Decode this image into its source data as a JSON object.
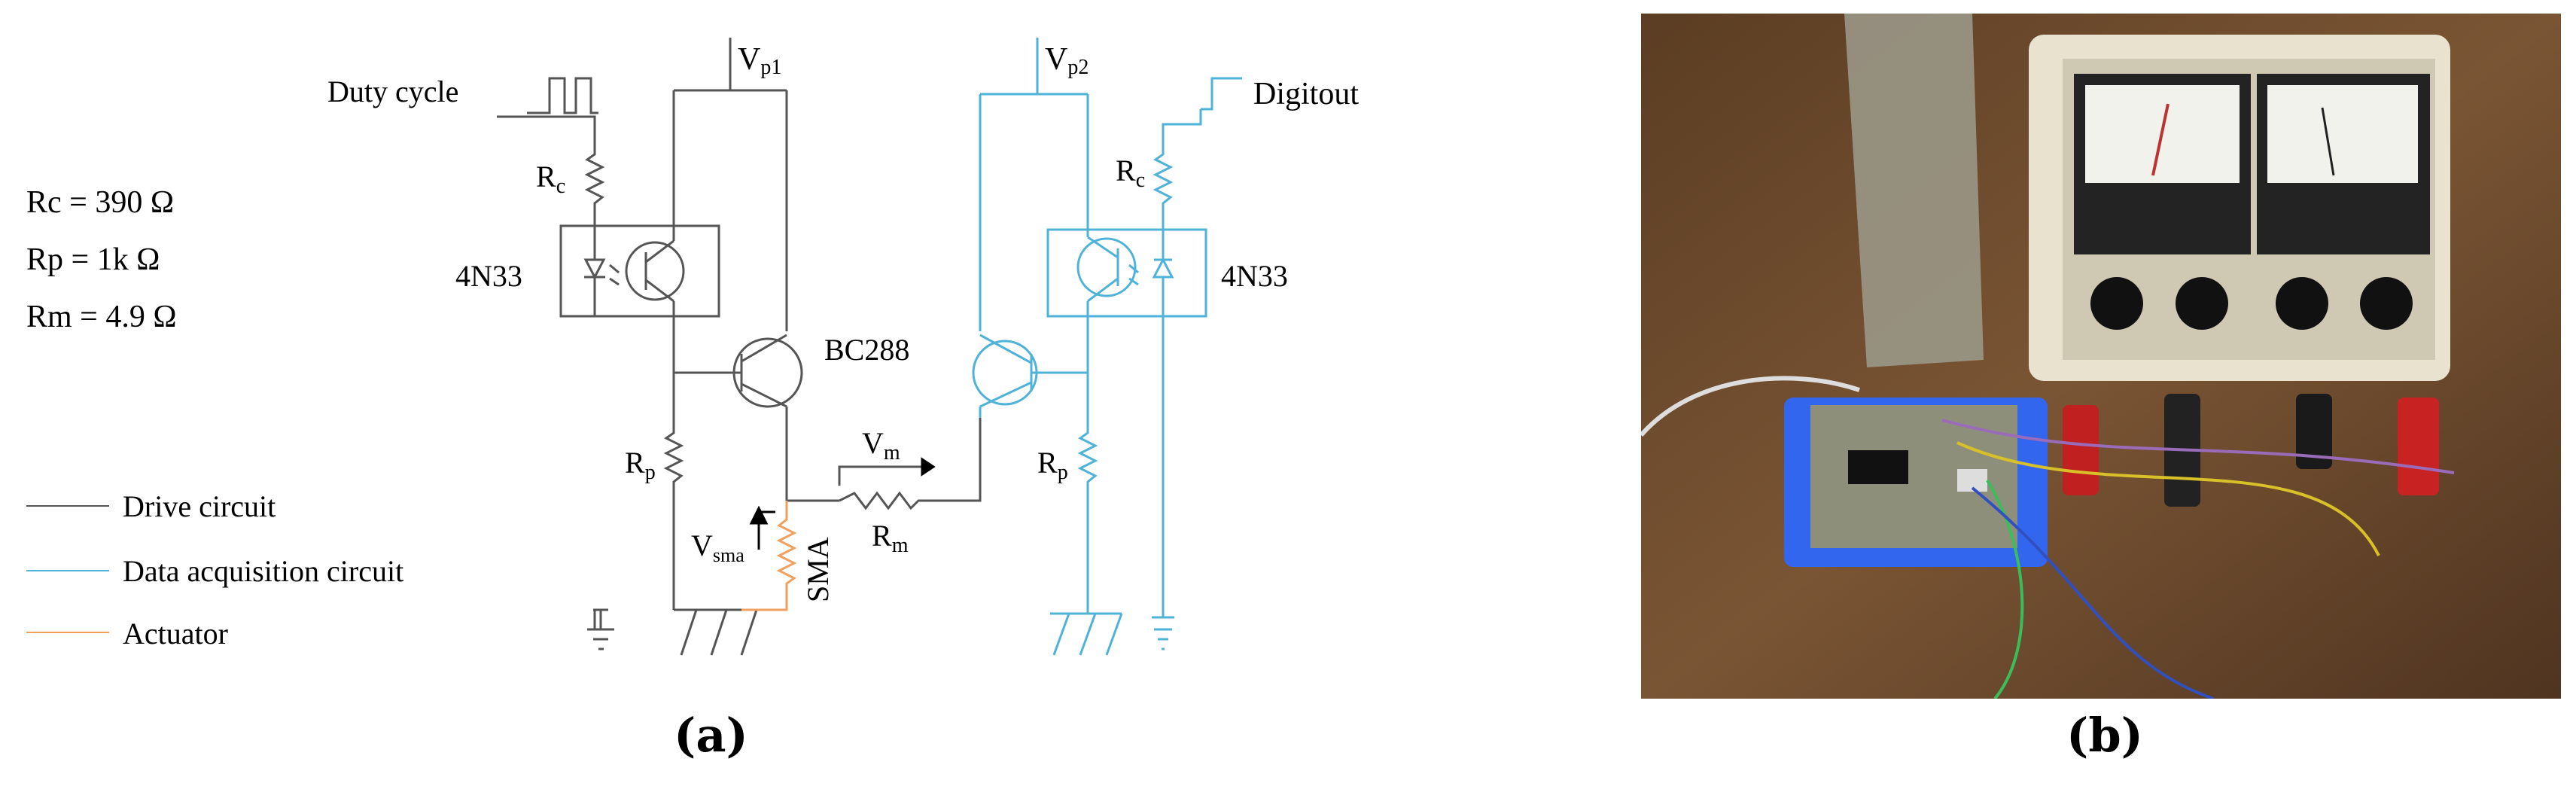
{
  "colors": {
    "drive_circuit": "#555555",
    "data_acquisition_circuit": "#4fb3d9",
    "actuator": "#f0a060"
  },
  "parameters": {
    "rc": "Rc = 390 Ω",
    "rp": "Rp = 1k Ω",
    "rm": "Rm = 4.9 Ω"
  },
  "legend": {
    "drive": "Drive circuit",
    "data": "Data acquisition circuit",
    "actuator": "Actuator"
  },
  "labels": {
    "duty_cycle": "Duty cycle",
    "vp1_main": "V",
    "vp1_sub": "p1",
    "vp2_main": "V",
    "vp2_sub": "p2",
    "digitout": "Digitout",
    "rc_left_main": "R",
    "rc_left_sub": "c",
    "rc_right_main": "R",
    "rc_right_sub": "c",
    "opto_left": "4N33",
    "opto_right": "4N33",
    "transistor": "BC288",
    "rp_left_main": "R",
    "rp_left_sub": "p",
    "rp_right_main": "R",
    "rp_right_sub": "p",
    "vm_main": "V",
    "vm_sub": "m",
    "rm_main": "R",
    "rm_sub": "m",
    "vsma_main": "V",
    "vsma_sub": "sma",
    "sma": "SMA"
  },
  "captions": {
    "a": "(a)",
    "b": "(b)"
  },
  "photo_description_icons": [
    "breadboard-circuit-icon",
    "voltmeter-icon",
    "ammeter-icon",
    "banana-plug-icon"
  ]
}
